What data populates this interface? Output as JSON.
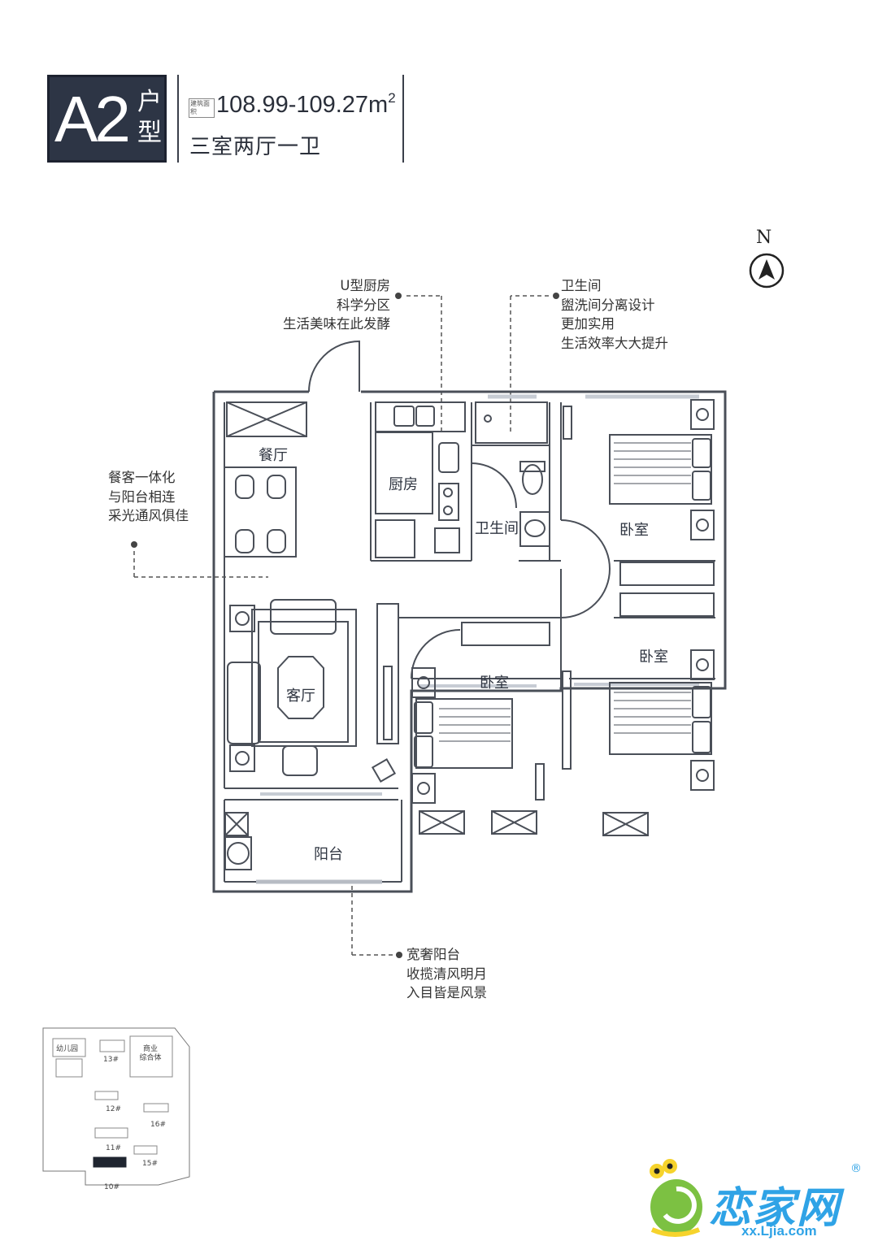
{
  "header": {
    "unit_code": "A2",
    "unit_type": "户型",
    "area_tag": "建筑面积",
    "area_text": "108.99-109.27m",
    "area_sup": "2",
    "layout": "三室两厅一卫"
  },
  "compass": {
    "label": "N"
  },
  "rooms": {
    "dining": "餐厅",
    "kitchen": "厨房",
    "bathroom": "卫生间",
    "bedroom_ne": "卧室",
    "bedroom_se": "卧室",
    "bedroom_mid": "卧室",
    "living": "客厅",
    "balcony": "阳台"
  },
  "notes": {
    "kitchen": "U型厨房\n科学分区\n生活美味在此发酵",
    "bathroom": "卫生间\n盥洗间分离设计\n更加实用\n生活效率大大提升",
    "dining": "餐客一体化\n与阳台相连\n采光通风俱佳",
    "balcony": "宽奢阳台\n收揽清风明月\n入目皆是风景"
  },
  "site_plan": {
    "kindergarten": "幼儿园",
    "commercial": "商业\n综合体",
    "buildings": [
      "13#",
      "12#",
      "16#",
      "11#",
      "15#",
      "10#"
    ],
    "highlighted": "10#"
  },
  "logo": {
    "name": "恋家网",
    "url": "xx.Ljia.com",
    "reg": "®"
  },
  "colors": {
    "badge_bg": "#2d3545",
    "wall": "#4a4f58",
    "logo": "#2fa3e6"
  }
}
